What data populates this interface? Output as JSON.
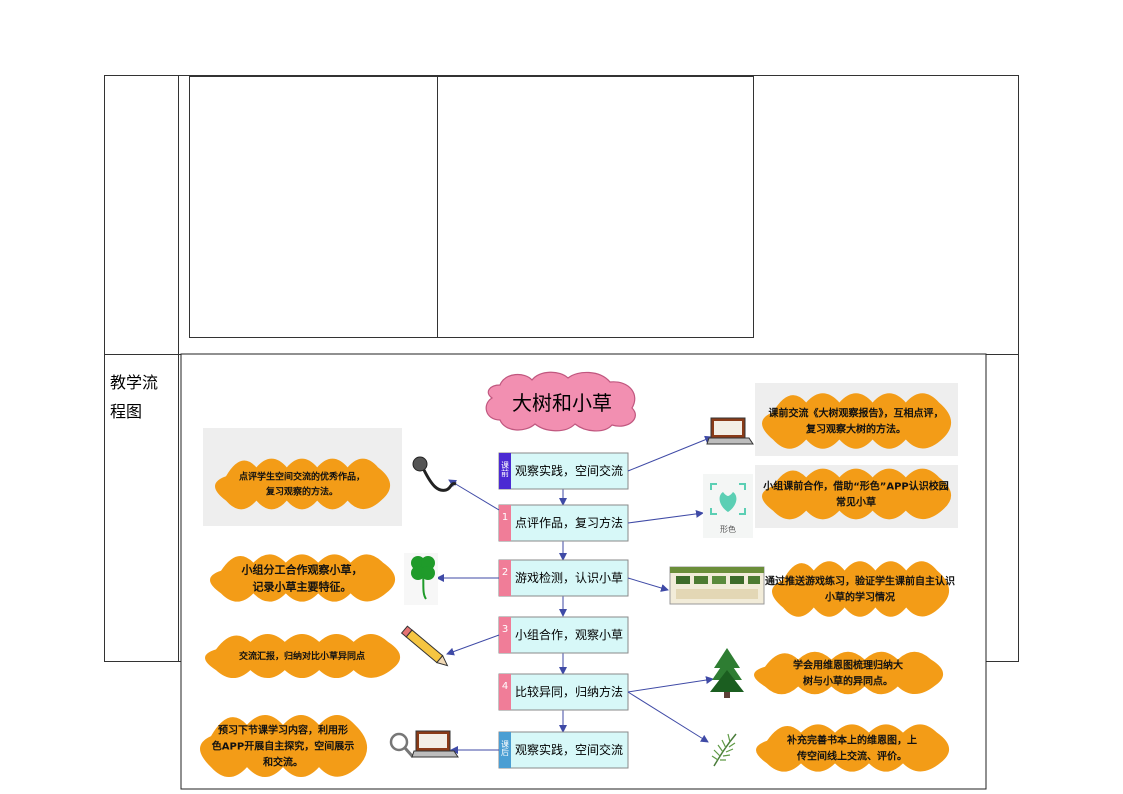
{
  "row_label": "教学流程图",
  "flow": {
    "title": "大树和小草",
    "steps": [
      {
        "tag": "课前",
        "text": "观察实践，空间交流",
        "tag_color": "#4b2ad3"
      },
      {
        "tag": "1",
        "text": "点评作品，复习方法",
        "tag_color": "#f07d98"
      },
      {
        "tag": "2",
        "text": "游戏检测，认识小草",
        "tag_color": "#f07d98"
      },
      {
        "tag": "3",
        "text": "小组合作，观察小草",
        "tag_color": "#f07d98"
      },
      {
        "tag": "4",
        "text": "比较异同，归纳方法",
        "tag_color": "#f07d98"
      },
      {
        "tag": "课后",
        "text": "观察实践，空间交流",
        "tag_color": "#4b9ed3"
      }
    ],
    "right_notes": [
      {
        "line1": "课前交流《大树观察报告》，互相点评，",
        "line2": "复习观察大树的方法。"
      },
      {
        "line1": "小组课前合作，借助“形色”APP认识校园",
        "line2": "常见小草"
      },
      {
        "line1": "通过推送游戏练习，验证学生课前自主认识",
        "line2": "小草的学习情况"
      },
      {
        "line1": "学会用维恩图梳理归纳大",
        "line2": "树与小草的异同点。"
      },
      {
        "line1": "补充完善书本上的维恩图，上",
        "line2": "传空间线上交流、评价。"
      }
    ],
    "left_notes": [
      {
        "line1": "点评学生空间交流的优秀作品，",
        "line2": "复习观察的方法。"
      },
      {
        "line1": "小组分工合作观察小草，",
        "line2": "记录小草主要特征。"
      },
      {
        "line1": "交流汇报，归纳对比小草异同点",
        "line2": ""
      },
      {
        "line1": "预习下节课学习内容，利用形",
        "line2": "色APP开展自主探究，空间展示",
        "line3": "和交流。"
      }
    ],
    "app_label": "形色",
    "icons": [
      "laptop-icon",
      "microphone-icon",
      "xingse-app-icon",
      "clover-icon",
      "game-screenshot-icon",
      "pencil-icon",
      "pine-tree-icon",
      "fern-icon",
      "magnifier-icon",
      "laptop-icon"
    ],
    "colors": {
      "cloud": "#f39c17",
      "title_cloud": "#f28fb1",
      "step_box": "#d7f8f8",
      "arrow": "#3f4aa6"
    }
  }
}
